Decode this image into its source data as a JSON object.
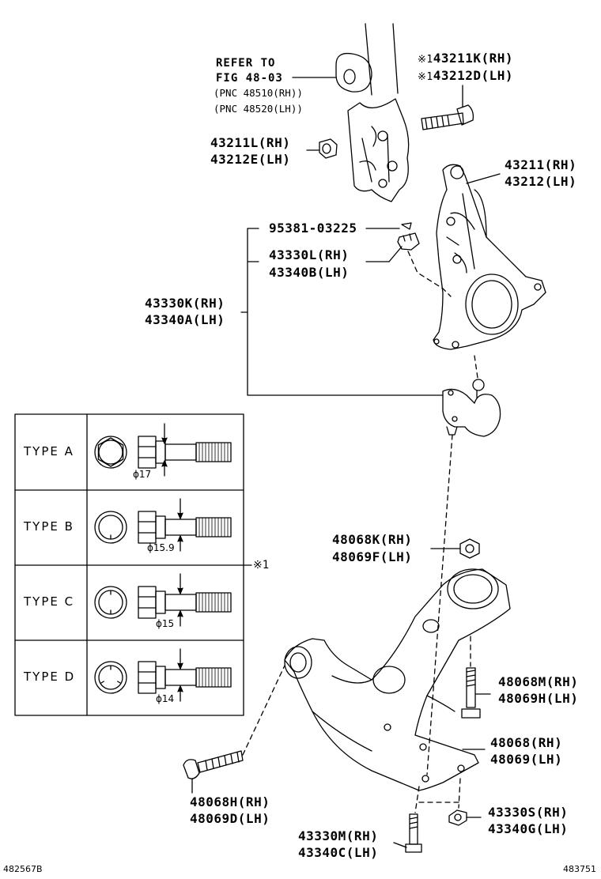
{
  "refer": {
    "line1": "REFER TO",
    "line2": "FIG 48-03",
    "pnc_rh": "(PNC 48510(RH))",
    "pnc_lh": "(PNC 48520(LH))"
  },
  "parts": [
    {
      "id": "bolt-43211k",
      "rh": "43211K(RH)",
      "lh": "43212D(LH)",
      "marked": true
    },
    {
      "id": "nut-43211l",
      "rh": "43211L(RH)",
      "lh": "43212E(LH)"
    },
    {
      "id": "knuckle-43211",
      "rh": "43211(RH)",
      "lh": "43212(LH)"
    },
    {
      "id": "pin-95381",
      "single": "95381-03225"
    },
    {
      "id": "nut-43330l",
      "rh": "43330L(RH)",
      "lh": "43340B(LH)"
    },
    {
      "id": "balljoint-43330k",
      "rh": "43330K(RH)",
      "lh": "43340A(LH)"
    },
    {
      "id": "nut-48068k",
      "rh": "48068K(RH)",
      "lh": "48069F(LH)"
    },
    {
      "id": "bolt-48068m",
      "rh": "48068M(RH)",
      "lh": "48069H(LH)"
    },
    {
      "id": "arm-48068",
      "rh": "48068(RH)",
      "lh": "48069(LH)"
    },
    {
      "id": "bolt-48068h",
      "rh": "48068H(RH)",
      "lh": "48069D(LH)"
    },
    {
      "id": "nut-43330s",
      "rh": "43330S(RH)",
      "lh": "43340G(LH)"
    },
    {
      "id": "bolt-43330m",
      "rh": "43330M(RH)",
      "lh": "43340C(LH)"
    }
  ],
  "mark": "※1",
  "types": [
    {
      "label": "TYPE  A",
      "diameter": "ϕ17"
    },
    {
      "label": "TYPE  B",
      "diameter": "ϕ15.9"
    },
    {
      "label": "TYPE  C",
      "diameter": "ϕ15"
    },
    {
      "label": "TYPE  D",
      "diameter": "ϕ14"
    }
  ],
  "footer": {
    "left": "482567B",
    "right": "483751"
  }
}
